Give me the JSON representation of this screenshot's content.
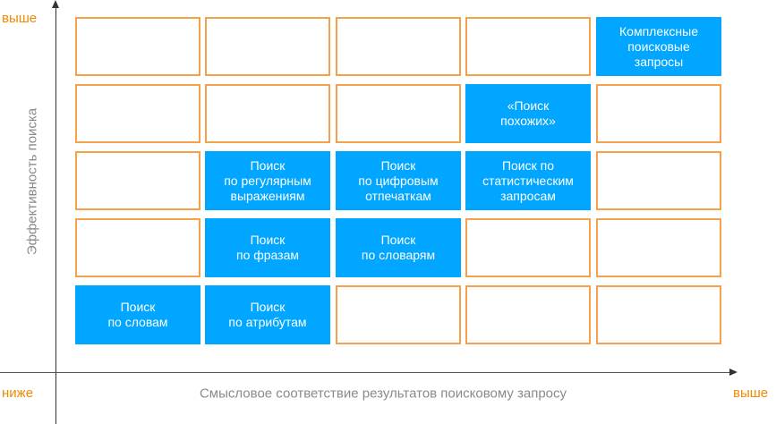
{
  "axes": {
    "y_label": "Эффективность поиска",
    "x_label": "Смысловое соответствие результатов поисковому запросу",
    "y_high": "выше",
    "x_low": "ниже",
    "x_high": "выше"
  },
  "colors": {
    "filled": "#00a6ff",
    "empty_border": "#f5a04a",
    "accent_text": "#f08a00",
    "axis_label": "#8a8a8a"
  },
  "grid": {
    "rows": [
      [
        "",
        "",
        "",
        "",
        "Комплексные\nпоисковые\nзапросы"
      ],
      [
        "",
        "",
        "",
        "«Поиск\nпохожих»",
        ""
      ],
      [
        "",
        "Поиск\nпо регулярным\nвыражениям",
        "Поиск\nпо цифровым\nотпечаткам",
        "Поиск по\nстатистическим\nзапросам",
        ""
      ],
      [
        "",
        "Поиск\nпо фразам",
        "Поиск\nпо словарям",
        "",
        ""
      ],
      [
        "Поиск\nпо словам",
        "Поиск\nпо атрибутам",
        "",
        "",
        ""
      ]
    ]
  }
}
